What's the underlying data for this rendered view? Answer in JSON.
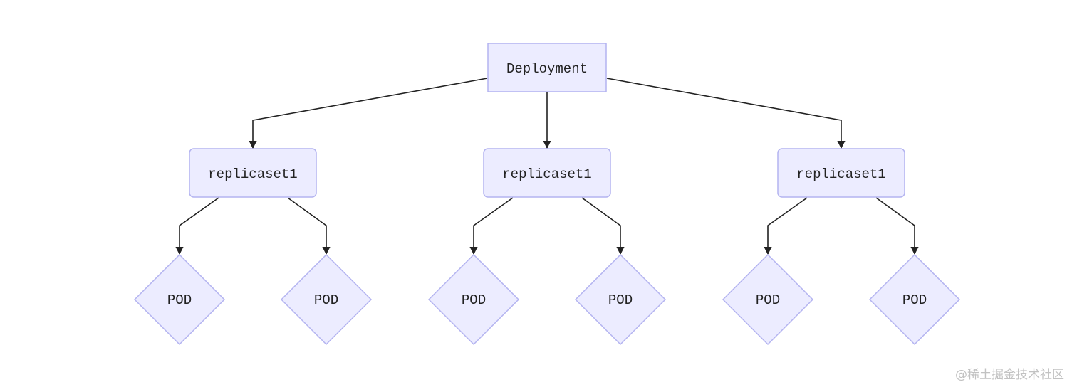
{
  "diagram": {
    "root": {
      "label": "Deployment"
    },
    "replicasets": [
      {
        "label": "replicaset1",
        "pods": [
          {
            "label": "POD"
          },
          {
            "label": "POD"
          }
        ]
      },
      {
        "label": "replicaset1",
        "pods": [
          {
            "label": "POD"
          },
          {
            "label": "POD"
          }
        ]
      },
      {
        "label": "replicaset1",
        "pods": [
          {
            "label": "POD"
          },
          {
            "label": "POD"
          }
        ]
      }
    ],
    "colors": {
      "node_fill": "#ECECFF",
      "node_stroke": "#b3b3f0",
      "edge": "#222222",
      "text": "#222222"
    }
  },
  "watermark": {
    "text": "@稀土掘金技术社区"
  }
}
